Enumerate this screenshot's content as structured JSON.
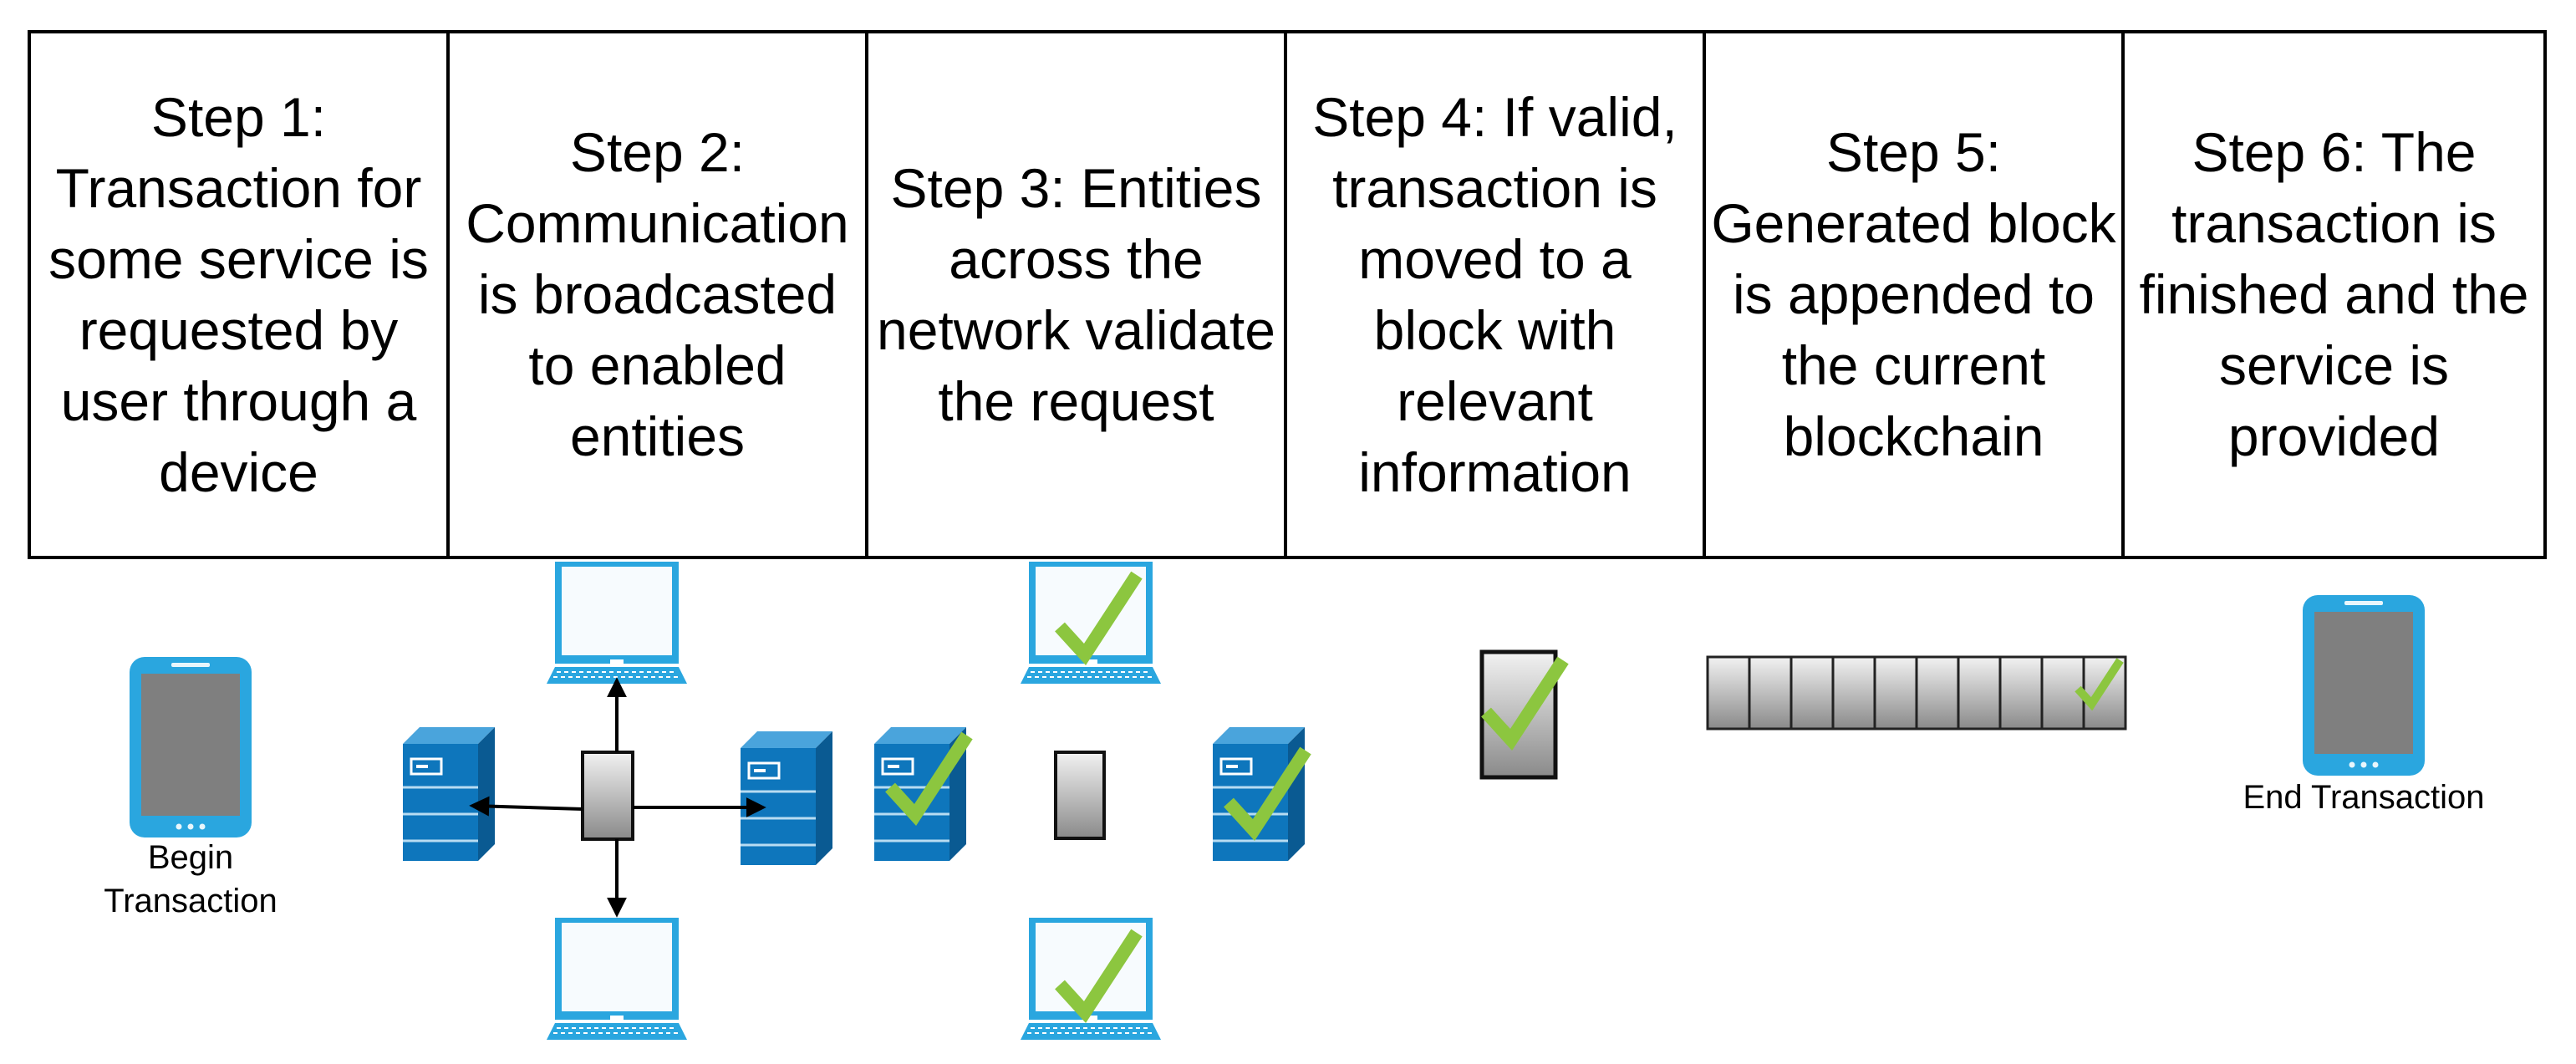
{
  "steps": [
    {
      "label": "Step 1: Transaction for some service is requested by user through a device"
    },
    {
      "label": "Step 2: Communication is broadcasted to enabled entities"
    },
    {
      "label": "Step 3: Entities across the network validate the request"
    },
    {
      "label": "Step 4: If valid, transaction is moved to a block with relevant information"
    },
    {
      "label": "Step 5: Generated block is appended to the current blockchain"
    },
    {
      "label": "Step 6: The transaction is finished and the service is provided"
    }
  ],
  "captions": {
    "begin": "Begin Transaction",
    "end": "End Transaction"
  },
  "icons": {
    "device": "tablet-icon",
    "laptop": "laptop-icon",
    "server": "server-icon",
    "block": "block-icon",
    "check": "checkmark-icon"
  },
  "colors": {
    "device_blue": "#2aa6df",
    "server_blue": "#0e76bc",
    "check_green": "#8cc63f"
  }
}
